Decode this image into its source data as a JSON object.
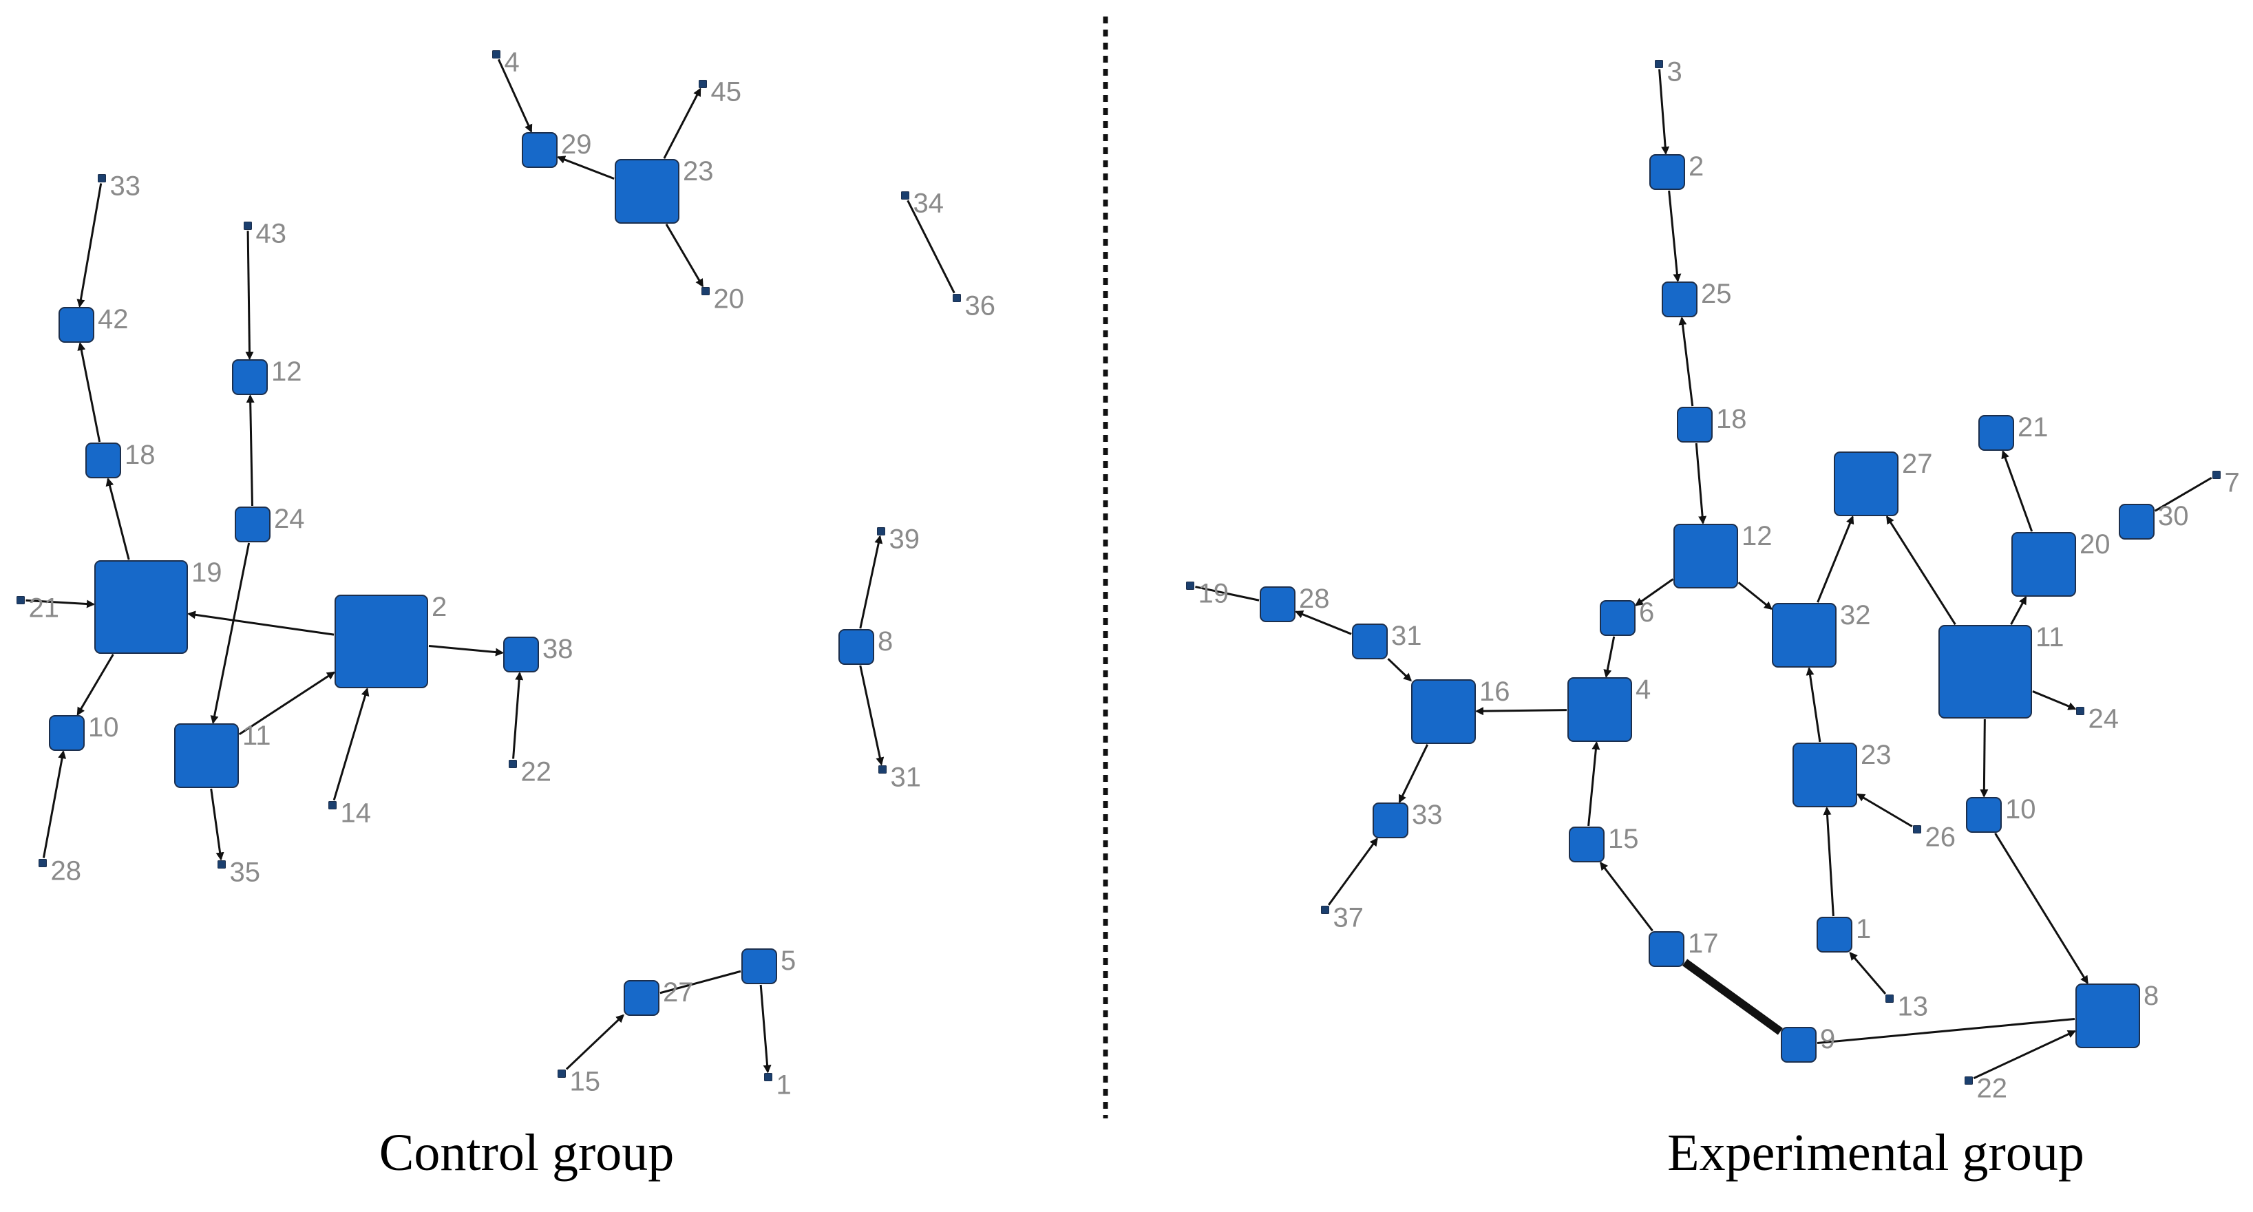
{
  "colors": {
    "node_fill": "#1769c9",
    "node_stroke": "#1c2f4d",
    "edge": "#111111",
    "label": "#8a8a8a",
    "divider": "#111111"
  },
  "panels": [
    {
      "title": "Control group",
      "nodes": [
        {
          "id": "4",
          "label": "4",
          "size": 1
        },
        {
          "id": "29",
          "label": "29",
          "size": 3
        },
        {
          "id": "23",
          "label": "23",
          "size": 5
        },
        {
          "id": "45",
          "label": "45",
          "size": 1
        },
        {
          "id": "20",
          "label": "20",
          "size": 1
        },
        {
          "id": "34",
          "label": "34",
          "size": 1
        },
        {
          "id": "36",
          "label": "36",
          "size": 1
        },
        {
          "id": "33",
          "label": "33",
          "size": 1
        },
        {
          "id": "42",
          "label": "42",
          "size": 3
        },
        {
          "id": "43",
          "label": "43",
          "size": 1
        },
        {
          "id": "12",
          "label": "12",
          "size": 3
        },
        {
          "id": "18",
          "label": "18",
          "size": 3
        },
        {
          "id": "24",
          "label": "24",
          "size": 3
        },
        {
          "id": "19",
          "label": "19",
          "size": 7
        },
        {
          "id": "21",
          "label": "21",
          "size": 1
        },
        {
          "id": "2",
          "label": "2",
          "size": 7
        },
        {
          "id": "38",
          "label": "38",
          "size": 3
        },
        {
          "id": "22",
          "label": "22",
          "size": 1
        },
        {
          "id": "10",
          "label": "10",
          "size": 3
        },
        {
          "id": "28",
          "label": "28",
          "size": 1
        },
        {
          "id": "11",
          "label": "11",
          "size": 5
        },
        {
          "id": "35",
          "label": "35",
          "size": 1
        },
        {
          "id": "14",
          "label": "14",
          "size": 1
        },
        {
          "id": "39",
          "label": "39",
          "size": 1
        },
        {
          "id": "8",
          "label": "8",
          "size": 3
        },
        {
          "id": "31",
          "label": "31",
          "size": 1
        },
        {
          "id": "5",
          "label": "5",
          "size": 3
        },
        {
          "id": "27",
          "label": "27",
          "size": 3
        },
        {
          "id": "15",
          "label": "15",
          "size": 1
        },
        {
          "id": "1",
          "label": "1",
          "size": 1
        }
      ],
      "edges": [
        {
          "from": "4",
          "to": "29"
        },
        {
          "from": "23",
          "to": "29"
        },
        {
          "from": "23",
          "to": "45"
        },
        {
          "from": "23",
          "to": "20"
        },
        {
          "from": "34",
          "to": "36",
          "arrow": false
        },
        {
          "from": "33",
          "to": "42"
        },
        {
          "from": "18",
          "to": "42"
        },
        {
          "from": "19",
          "to": "18"
        },
        {
          "from": "21",
          "to": "19"
        },
        {
          "from": "2",
          "to": "19"
        },
        {
          "from": "19",
          "to": "10"
        },
        {
          "from": "28",
          "to": "10"
        },
        {
          "from": "43",
          "to": "12"
        },
        {
          "from": "24",
          "to": "12"
        },
        {
          "from": "24",
          "to": "11"
        },
        {
          "from": "11",
          "to": "2"
        },
        {
          "from": "11",
          "to": "35"
        },
        {
          "from": "14",
          "to": "2"
        },
        {
          "from": "2",
          "to": "38"
        },
        {
          "from": "22",
          "to": "38"
        },
        {
          "from": "8",
          "to": "39"
        },
        {
          "from": "8",
          "to": "31"
        },
        {
          "from": "15",
          "to": "27"
        },
        {
          "from": "5",
          "to": "27",
          "arrow": false
        },
        {
          "from": "5",
          "to": "1"
        }
      ]
    },
    {
      "title": "Experimental group",
      "nodes": [
        {
          "id": "3",
          "label": "3",
          "size": 1
        },
        {
          "id": "2",
          "label": "2",
          "size": 3
        },
        {
          "id": "25",
          "label": "25",
          "size": 3
        },
        {
          "id": "18",
          "label": "18",
          "size": 3
        },
        {
          "id": "12",
          "label": "12",
          "size": 5
        },
        {
          "id": "27",
          "label": "27",
          "size": 5
        },
        {
          "id": "21",
          "label": "21",
          "size": 3
        },
        {
          "id": "7",
          "label": "7",
          "size": 1
        },
        {
          "id": "30",
          "label": "30",
          "size": 3
        },
        {
          "id": "20",
          "label": "20",
          "size": 5
        },
        {
          "id": "32",
          "label": "32",
          "size": 5
        },
        {
          "id": "11",
          "label": "11",
          "size": 7
        },
        {
          "id": "24",
          "label": "24",
          "size": 1
        },
        {
          "id": "6",
          "label": "6",
          "size": 3
        },
        {
          "id": "4",
          "label": "4",
          "size": 5
        },
        {
          "id": "16",
          "label": "16",
          "size": 5
        },
        {
          "id": "19",
          "label": "19",
          "size": 1
        },
        {
          "id": "28",
          "label": "28",
          "size": 3
        },
        {
          "id": "31",
          "label": "31",
          "size": 3
        },
        {
          "id": "33",
          "label": "33",
          "size": 3
        },
        {
          "id": "37",
          "label": "37",
          "size": 1
        },
        {
          "id": "15",
          "label": "15",
          "size": 3
        },
        {
          "id": "23",
          "label": "23",
          "size": 5
        },
        {
          "id": "26",
          "label": "26",
          "size": 1
        },
        {
          "id": "10",
          "label": "10",
          "size": 3
        },
        {
          "id": "17",
          "label": "17",
          "size": 3
        },
        {
          "id": "1",
          "label": "1",
          "size": 3
        },
        {
          "id": "13",
          "label": "13",
          "size": 1
        },
        {
          "id": "9",
          "label": "9",
          "size": 3
        },
        {
          "id": "8",
          "label": "8",
          "size": 5
        },
        {
          "id": "22",
          "label": "22",
          "size": 1
        }
      ],
      "edges": [
        {
          "from": "3",
          "to": "2"
        },
        {
          "from": "2",
          "to": "25"
        },
        {
          "from": "18",
          "to": "25"
        },
        {
          "from": "18",
          "to": "12"
        },
        {
          "from": "12",
          "to": "6"
        },
        {
          "from": "12",
          "to": "32"
        },
        {
          "from": "32",
          "to": "27"
        },
        {
          "from": "11",
          "to": "27"
        },
        {
          "from": "11",
          "to": "20"
        },
        {
          "from": "20",
          "to": "21"
        },
        {
          "from": "11",
          "to": "24"
        },
        {
          "from": "11",
          "to": "10"
        },
        {
          "from": "30",
          "to": "7",
          "arrow": false
        },
        {
          "from": "10",
          "to": "8"
        },
        {
          "from": "23",
          "to": "32"
        },
        {
          "from": "26",
          "to": "23"
        },
        {
          "from": "1",
          "to": "23"
        },
        {
          "from": "13",
          "to": "1"
        },
        {
          "from": "6",
          "to": "4"
        },
        {
          "from": "4",
          "to": "16"
        },
        {
          "from": "15",
          "to": "4"
        },
        {
          "from": "17",
          "to": "15"
        },
        {
          "from": "17",
          "to": "9",
          "arrow": false,
          "weight": 3
        },
        {
          "from": "9",
          "to": "8",
          "arrow": false
        },
        {
          "from": "22",
          "to": "8"
        },
        {
          "from": "31",
          "to": "16"
        },
        {
          "from": "31",
          "to": "28"
        },
        {
          "from": "19",
          "to": "28",
          "arrow": false
        },
        {
          "from": "16",
          "to": "33"
        },
        {
          "from": "37",
          "to": "33"
        }
      ]
    }
  ]
}
